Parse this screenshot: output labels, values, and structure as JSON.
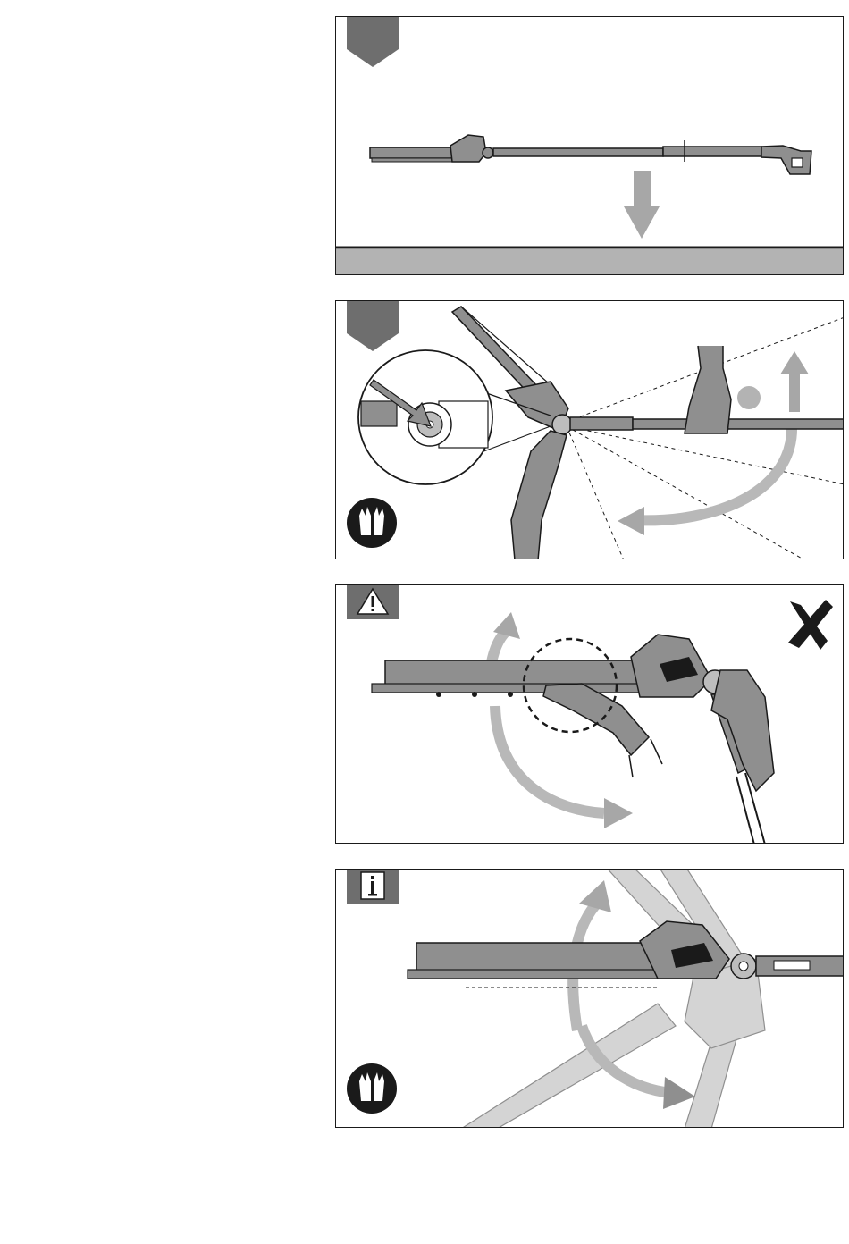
{
  "colors": {
    "ink": "#1a1a1a",
    "tool_gray": "#8f8f8f",
    "arrow_gray": "#a7a7a7",
    "floor_gray": "#b3b3b3",
    "badge_gray": "#6e6e6e"
  },
  "panels": [
    {
      "id": "step-1",
      "badge": "step-pentagon",
      "scene": "tool-lying-on-floor"
    },
    {
      "id": "step-2",
      "badge": "step-pentagon",
      "scene": "pivot-release-and-rotate",
      "icons": [
        "zoom-callout",
        "gloves-icon"
      ]
    },
    {
      "id": "warning",
      "badge": "warning-triangle-icon",
      "scene": "hand-in-blade-zone",
      "icons": [
        "cross-mark-icon"
      ]
    },
    {
      "id": "info",
      "badge": "info-icon",
      "scene": "angle-adjust-range",
      "icons": [
        "gloves-icon"
      ]
    }
  ]
}
